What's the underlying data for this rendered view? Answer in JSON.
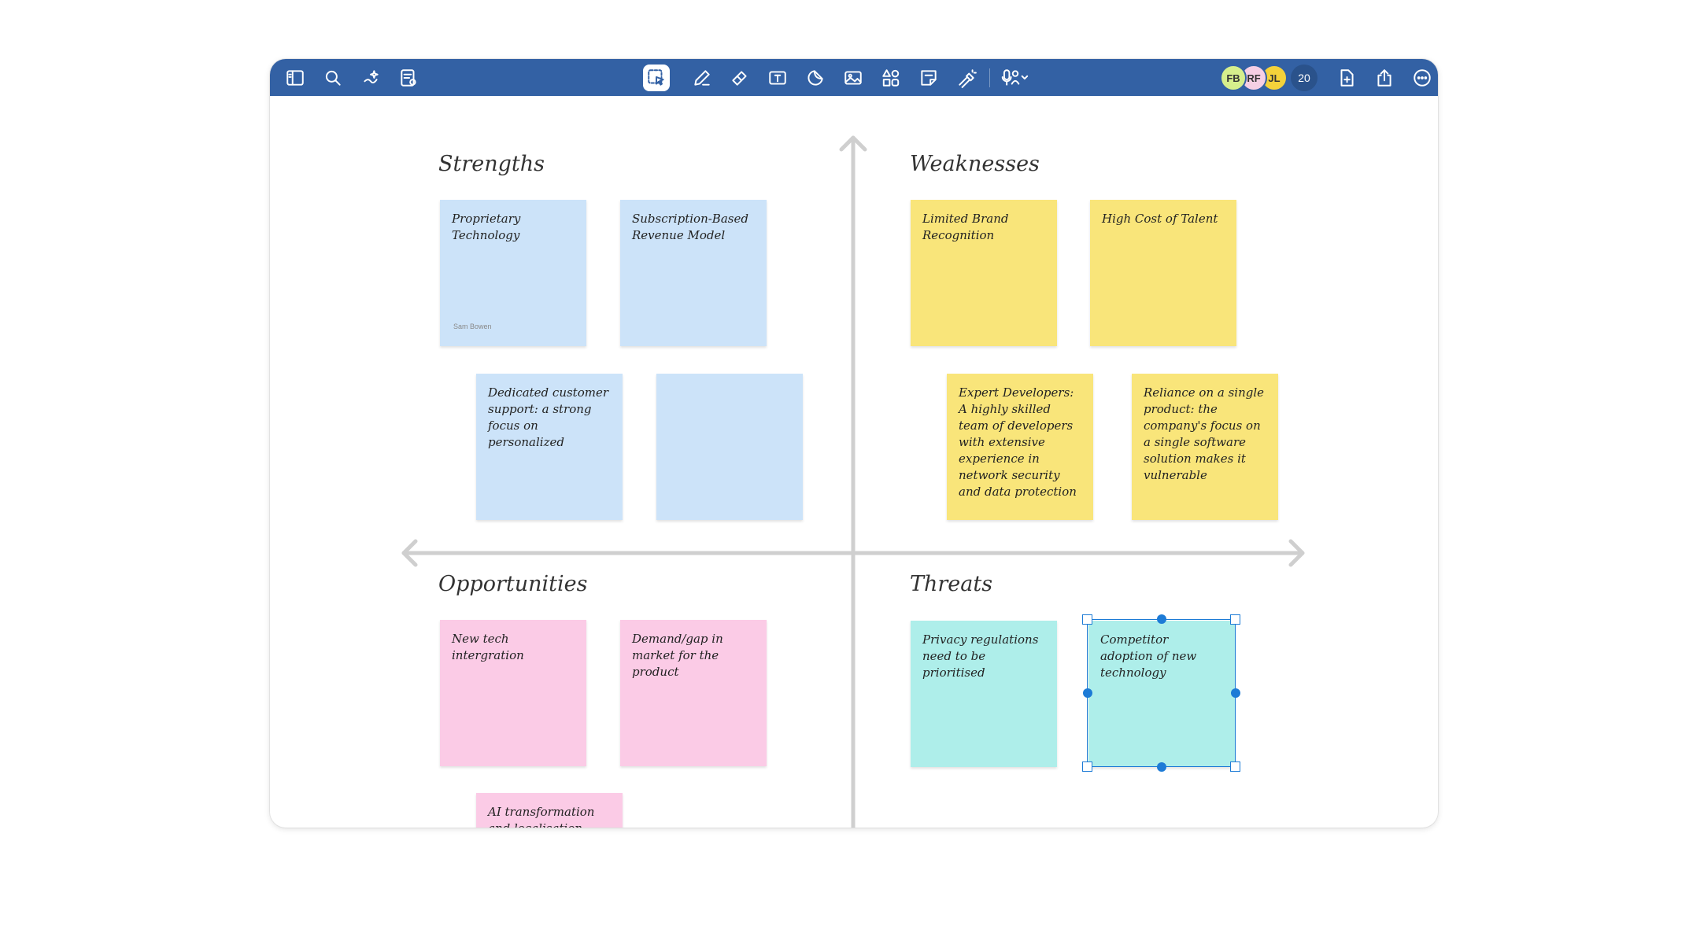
{
  "toolbar": {
    "left_icons": [
      "sidebar-icon",
      "search-icon",
      "ai-sparkle-icon",
      "notes-list-icon"
    ],
    "center_icons": [
      "lasso-select-icon",
      "pen-icon",
      "eraser-icon",
      "text-box-icon",
      "sticker-icon",
      "image-icon",
      "shapes-icon",
      "sticky-note-icon",
      "laser-pointer-icon",
      "audio-record-icon"
    ],
    "collaborators": [
      {
        "initials": "FB",
        "color": "#d6ef8c"
      },
      {
        "initials": "RF",
        "color": "#f6cfe4"
      },
      {
        "initials": "JL",
        "color": "#f4d23a"
      }
    ],
    "collaborator_count": "20",
    "right_icons": [
      "add-page-icon",
      "share-icon",
      "more-icon"
    ]
  },
  "canvas": {
    "quadrants": {
      "strengths": {
        "title": "Strengths",
        "notes": [
          {
            "text": "Proprietary Technology",
            "author": "Sam Bowen"
          },
          {
            "text": "Subscription-Based Revenue Model"
          },
          {
            "text": "Dedicated customer support: a strong focus on personalized"
          },
          {
            "text": ""
          }
        ]
      },
      "weaknesses": {
        "title": "Weaknesses",
        "notes": [
          {
            "text": "Limited Brand Recognition"
          },
          {
            "text": "High Cost of Talent"
          },
          {
            "text": "Expert Developers: A highly skilled team of developers with extensive experience in network security and data protection"
          },
          {
            "text": "Reliance on a single product: the company's focus on a single software solution makes it vulnerable"
          }
        ]
      },
      "opportunities": {
        "title": "Opportunities",
        "notes": [
          {
            "text": "New tech intergration"
          },
          {
            "text": "Demand/gap in market for the product"
          },
          {
            "text": "AI transformation and localisation tools"
          }
        ]
      },
      "threats": {
        "title": "Threats",
        "notes": [
          {
            "text": "Privacy regulations need to be prioritised"
          },
          {
            "text": "Competitor adoption of new technology"
          }
        ]
      }
    },
    "colors": {
      "strengths": "#cce3f9",
      "weaknesses": "#f9e57a",
      "opportunities": "#fbcbe6",
      "threats": "#aeeeea",
      "selection": "#1d7bd6"
    }
  }
}
